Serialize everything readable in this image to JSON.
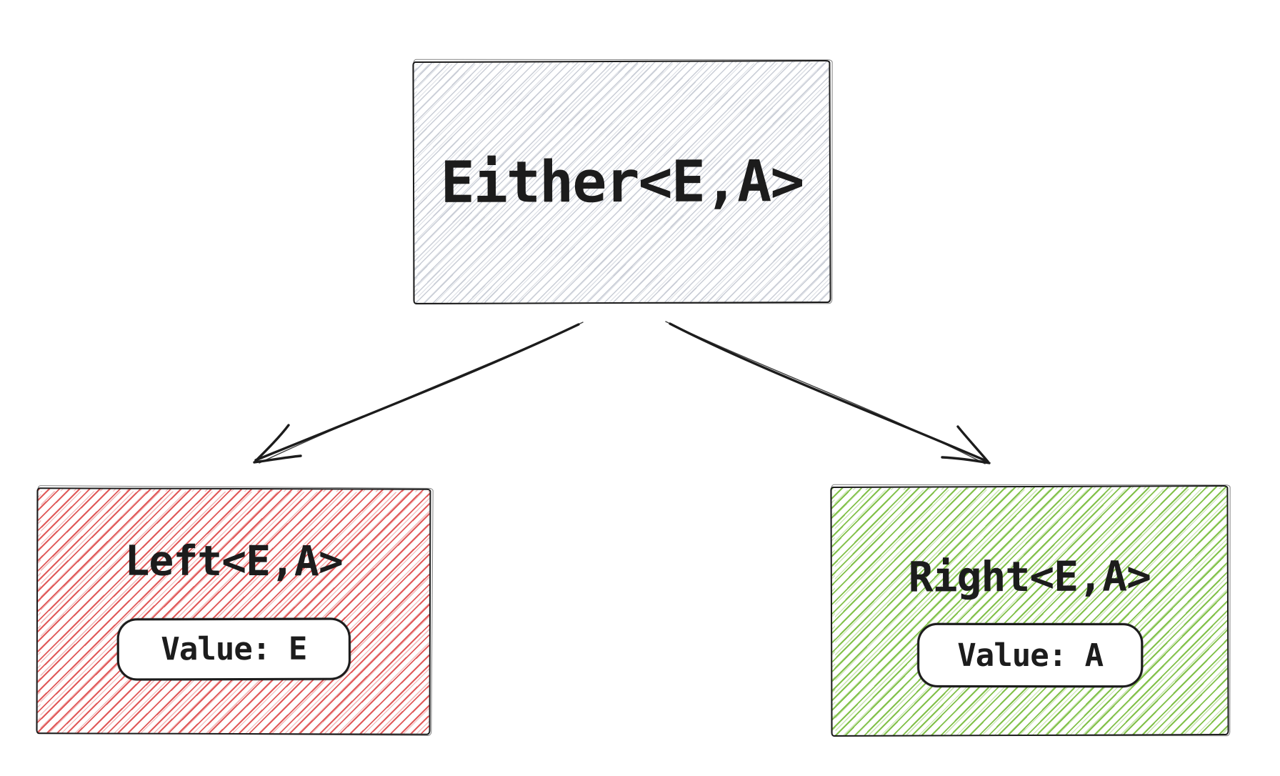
{
  "theme": {
    "background": "#ffffff",
    "stroke": "#1c1c1c",
    "either_hatch": "#c9cdd6",
    "left_hatch": "#e05a5a",
    "right_hatch": "#82c14a"
  },
  "nodes": {
    "either": {
      "label": "Either<E,A>"
    },
    "left": {
      "label": "Left<E,A>",
      "value": "Value: E"
    },
    "right": {
      "label": "Right<E,A>",
      "value": "Value: A"
    }
  },
  "edges": [
    {
      "name": "either-to-left",
      "from": "Either<E,A>",
      "to": "Left<E,A>"
    },
    {
      "name": "either-to-right",
      "from": "Either<E,A>",
      "to": "Right<E,A>"
    }
  ]
}
